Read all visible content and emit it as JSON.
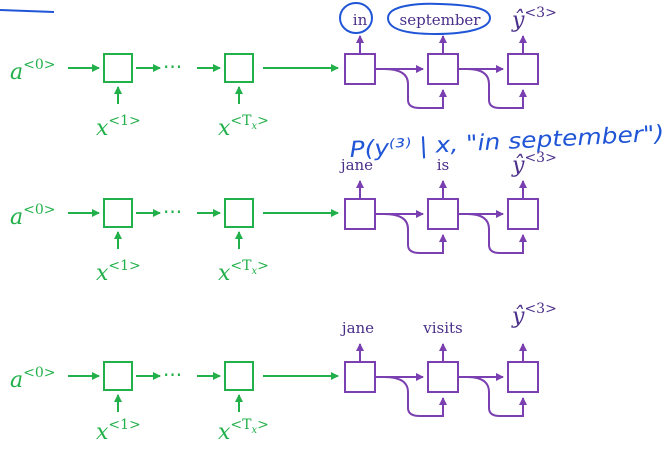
{
  "colors": {
    "encoder": "#22b04a",
    "decoder": "#7a3fb0",
    "decoder_text": "#4a2f8a",
    "annotation": "#1f55d6"
  },
  "encoder": {
    "input_a_base": "a",
    "input_a_sup": "<0>",
    "x1_base": "x",
    "x1_sup": "<1>",
    "xT_base": "x",
    "xT_sup_open": "<T",
    "xT_sup_sub": "x",
    "xT_sup_close": ">",
    "ellipsis": "···"
  },
  "beams": [
    {
      "word1": "in",
      "word2": "september",
      "yhat_base": "ŷ",
      "yhat_sup": "<3>",
      "word1_circled": true,
      "word2_circled": true
    },
    {
      "word1": "jane",
      "word2": "is",
      "yhat_base": "ŷ",
      "yhat_sup": "<3>",
      "word1_circled": false,
      "word2_circled": false
    },
    {
      "word1": "jane",
      "word2": "visits",
      "yhat_base": "ŷ",
      "yhat_sup": "<3>",
      "word1_circled": false,
      "word2_circled": false
    }
  ],
  "annotation": {
    "text": "P(y⁽³⁾ | x, \"in september\")"
  }
}
